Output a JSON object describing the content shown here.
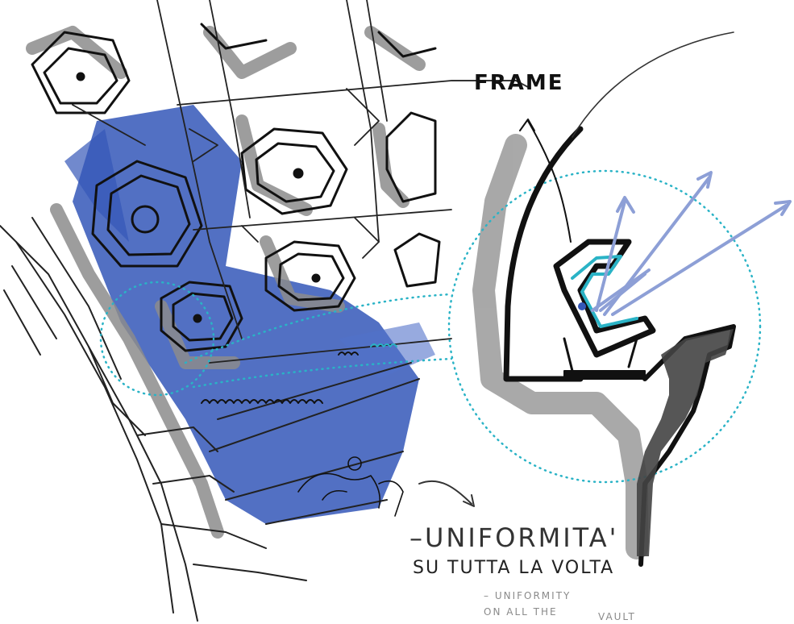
{
  "labels": {
    "frame": "FRAME",
    "uniformita": "–UNIFORMITA'",
    "su_tutta_la_volta": "SU TUTTA LA VOLTA",
    "uniformity": "– UNIFORMITY",
    "on_all_the": "ON ALL THE",
    "vault": "VAULT"
  },
  "colors": {
    "ink": "#111111",
    "blue": "#3457b8",
    "gray": "#8c8c8c",
    "teal": "#2ab3c6",
    "arrow_blue": "#8d9fd6"
  }
}
